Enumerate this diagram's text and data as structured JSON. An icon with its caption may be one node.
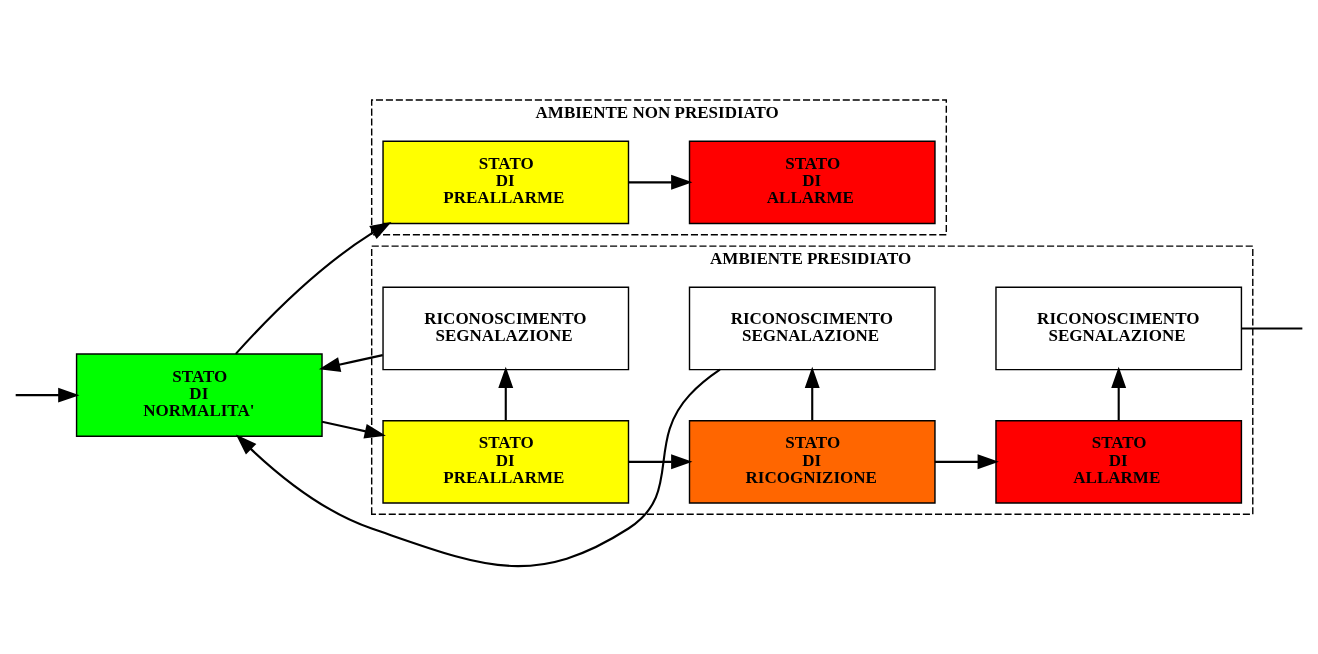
{
  "diagram": {
    "nodes": [
      {
        "text": [
          "AMBIENTE NON PRESIDIATO"
        ]
      },
      {
        "text": [
          "STATO DI PREALLARME"
        ],
        "in": 0
      },
      {
        "text": [
          "STATO DI ALLARME"
        ],
        "in": 0
      },
      {
        "text": [
          "STATO DI NORMALITA'"
        ]
      },
      {
        "text": [
          "AMBIENTE PRESIDIATO"
        ]
      },
      {
        "text": [
          "STATO DI PREALLARME"
        ],
        "in": 4
      },
      {
        "text": [
          "STATO DI RICOGNIZIONE"
        ],
        "in": 4
      },
      {
        "text": [
          "STATO DI ALLARME"
        ],
        "in": 4
      },
      {
        "text": [
          "RICONOSCIMENTO SEGNALAZIONE"
        ],
        "in": 4
      },
      {
        "text": [
          "RICONOSCIMENTO SEGNALAZIONE"
        ],
        "in": 4
      },
      {
        "text": [
          "RICONOSCIMENTO SEGNALAZIONE"
        ],
        "in": 4
      }
    ],
    "edges": [
      {
        "from": 3,
        "to": 1,
        "arrow": "to"
      },
      {
        "from": 1,
        "to": 2,
        "arrow": "to"
      },
      {
        "from": 3,
        "to": 5,
        "arrow": "to"
      },
      {
        "from": 5,
        "to": 6,
        "arrow": "to"
      },
      {
        "from": 6,
        "to": 7,
        "arrow": "to"
      },
      {
        "from": 5,
        "to": 8,
        "arrow": "to"
      },
      {
        "from": 6,
        "to": 9,
        "arrow": "to"
      },
      {
        "from": 7,
        "to": 10,
        "arrow": "to"
      },
      {
        "from": 8,
        "to": 3,
        "arrow": "to"
      },
      {
        "from": 9,
        "to": 3,
        "arrow": "to"
      },
      {
        "from": null,
        "to": 3,
        "arrow": "to"
      },
      {
        "from": 10,
        "to": null,
        "arrow": "none"
      }
    ]
  }
}
